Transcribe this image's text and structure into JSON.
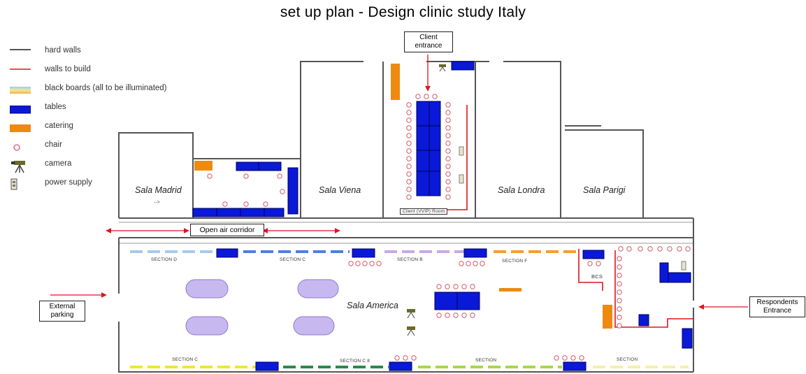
{
  "title": "set up plan - Design clinic study Italy",
  "legend": [
    {
      "label": "hard walls",
      "icon": "hard-wall-line-icon"
    },
    {
      "label": "walls to build",
      "icon": "wall-to-build-line-icon"
    },
    {
      "label": "black boards (all to be illuminated)",
      "icon": "blackboard-swatch-icon"
    },
    {
      "label": "tables",
      "icon": "table-swatch-icon"
    },
    {
      "label": "catering",
      "icon": "catering-swatch-icon"
    },
    {
      "label": "chair",
      "icon": "chair-circle-icon"
    },
    {
      "label": "camera",
      "icon": "camera-icon"
    },
    {
      "label": "power supply",
      "icon": "power-supply-icon"
    }
  ],
  "rooms": {
    "madrid": "Sala Madrid",
    "madrid_arrow": "-->",
    "viena": "Sala Viena",
    "londra": "Sala Londra",
    "parigi": "Sala Parigi",
    "america": "Sala America"
  },
  "labels": {
    "client_entrance": "Client entrance",
    "open_air_corridor": "Open air corridor",
    "external_parking": "External parking",
    "respondents_entrance": "Respondents Entrance",
    "bcs": "BCS",
    "section_d": "SECTION D",
    "section_c": "SECTION C",
    "section_b": "SECTION B",
    "section_f": "SECTION F",
    "section_c_bottom": "SECTION C",
    "section_c2_bottom": "SECTION C 8",
    "section_bottom": "SECTION",
    "section_bottom2": "SECTION",
    "client_viewing": "Client (VVIP) Room"
  },
  "colors": {
    "wall": "#555555",
    "wall_to_build": "#e0141c",
    "table": "#0a18d8",
    "table_border": "#00005a",
    "catering": "#ee8a10",
    "chair": "#d25a6a",
    "car": "#c8b8f0",
    "arrow": "#e0141c"
  }
}
